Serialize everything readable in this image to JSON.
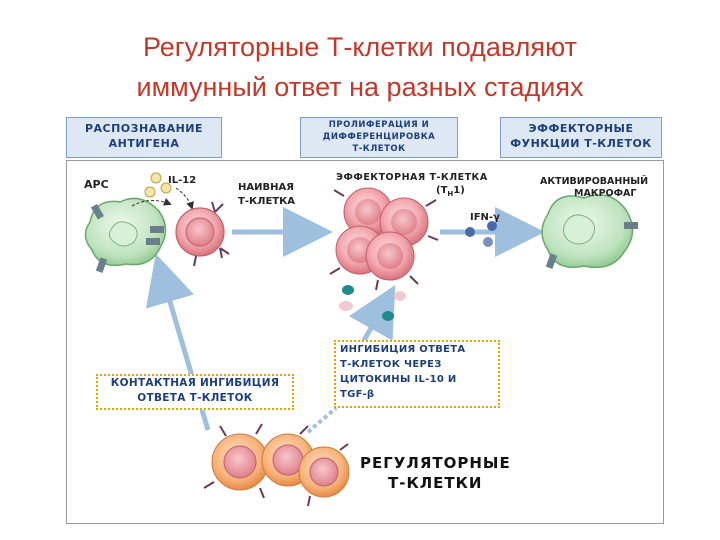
{
  "title": {
    "line1": "Регуляторные Т-клетки подавляют",
    "line2": "иммунный ответ на разных стадиях"
  },
  "stages": {
    "recognition": {
      "line1": "РАСПОЗНАВАНИЕ",
      "line2": "АНТИГЕНА"
    },
    "proliferation": {
      "line1": "ПРОЛИФЕРАЦИЯ И",
      "line2": "ДИФФЕРЕНЦИРОВКА",
      "line3": "Т-КЛЕТОК"
    },
    "effector": {
      "line1": "ЭФФЕКТОРНЫЕ",
      "line2": "ФУНКЦИИ Т-КЛЕТОК"
    }
  },
  "labels": {
    "apc": "APC",
    "il12": "IL-12",
    "naive_line1": "НАИВНАЯ",
    "naive_line2": "Т-КЛЕТКА",
    "effector_cell": "ЭФФЕКТОРНАЯ Т-КЛЕТКА",
    "th1_open": "(T",
    "th1_sub": "H",
    "th1_close": "1)",
    "ifn": "IFN-γ",
    "macrophage_line1": "АКТИВИРОВАННЫЙ",
    "macrophage_line2": "МАКРОФАГ"
  },
  "boxes": {
    "contact": {
      "line1": "КОНТАКТНАЯ ИНГИБИЦИЯ",
      "line2": "ОТВЕТА Т-КЛЕТОК"
    },
    "cytokine": {
      "line1": "ИНГИБИЦИЯ ОТВЕТА",
      "line2": "Т-КЛЕТОК ЧЕРЕЗ",
      "line3": "ЦИТОКИНЫ IL-10 И",
      "line4": "TGF-β"
    }
  },
  "treg": {
    "line1": "РЕГУЛЯТОРНЫЕ",
    "line2": "Т-КЛЕТКИ"
  },
  "colors": {
    "title": "#c0392b",
    "stage_bg": "#dde8f4",
    "stage_text": "#1f3f7a",
    "box_border": "#e0a800",
    "apc_fill": "#bfe3bf",
    "tcell_fill": "#f2a9b0",
    "treg_fill": "#f7b27a",
    "arrow": "#9fbfde"
  }
}
